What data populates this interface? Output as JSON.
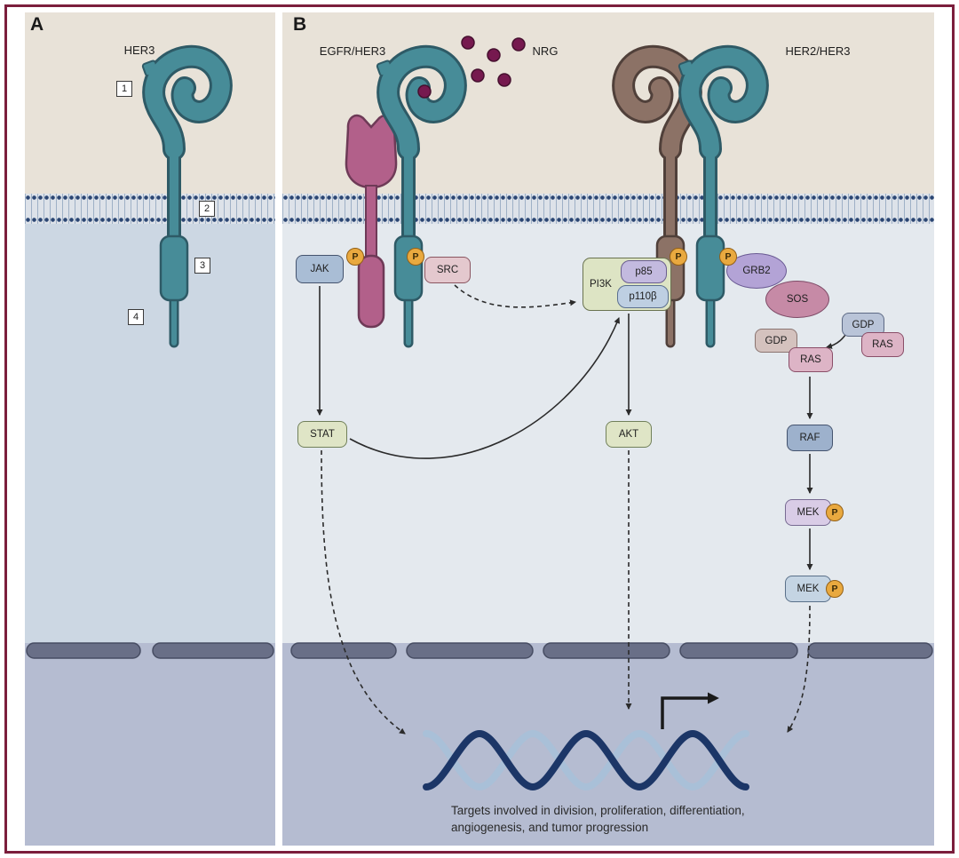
{
  "panel_a": {
    "label": "A",
    "receptor": "HER3",
    "markers": [
      "1",
      "2",
      "3",
      "4"
    ]
  },
  "panel_b": {
    "label": "B",
    "labels": {
      "egfr_her3": "EGFR/HER3",
      "nrg": "NRG",
      "her2_her3": "HER2/HER3"
    },
    "molecules": {
      "jak": "JAK",
      "src": "SRC",
      "stat": "STAT",
      "akt": "AKT",
      "pi3k": "PI3K",
      "p85": "p85",
      "p110b": "p110β",
      "grb2": "GRB2",
      "sos": "SOS",
      "gdp1": "GDP",
      "ras1": "RAS",
      "gdp2": "GDP",
      "ras2": "RAS",
      "raf": "RAF",
      "mek1": "MEK",
      "mek2": "MEK",
      "phospho": "P"
    },
    "caption_line1": "Targets involved in division, proliferation, differentiation,",
    "caption_line2": "angiogenesis, and tumor progression"
  },
  "colors": {
    "figure_border": "#7b1e3c",
    "extracellular": "#e8e2d8",
    "membrane_dots": "#2b4673",
    "cytoplasm_a": "#ccd7e3",
    "cytoplasm_b": "#e4e9ee",
    "nucleus": "#b5bcd1",
    "nuclear_membrane": "#696f87",
    "her3_teal": "#478c98",
    "egfr_pink": "#b2608a",
    "her2_brown": "#8c7266",
    "nrg_purple": "#76194f",
    "phospho_orange": "#e9a93f",
    "dna_dark": "#1c3667",
    "dna_light": "#a9c0d8"
  }
}
